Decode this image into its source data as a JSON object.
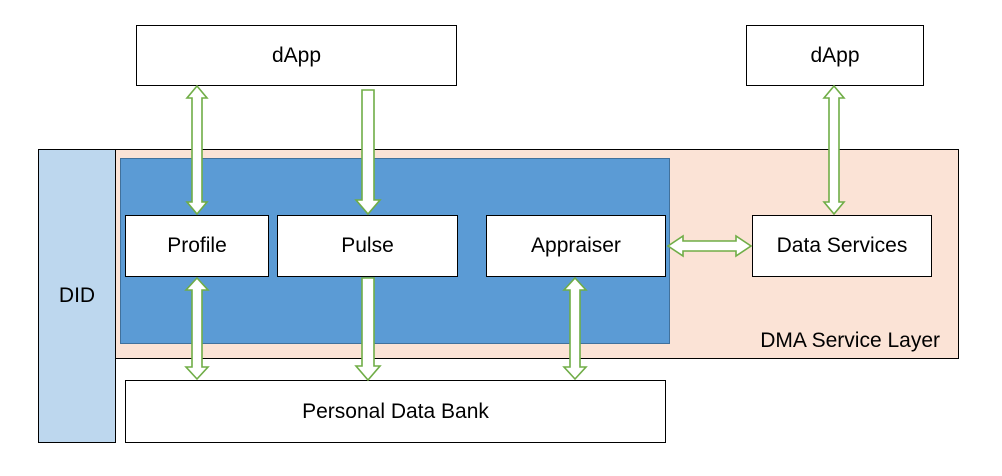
{
  "diagram": {
    "top_left_box": "dApp",
    "top_right_box": "dApp",
    "side_box": "DID",
    "layer_label": "DMA Service Layer",
    "modules": {
      "profile": "Profile",
      "pulse": "Pulse",
      "appraiser": "Appraiser",
      "data_services": "Data Services"
    },
    "bottom_box": "Personal Data Bank"
  },
  "colors": {
    "layer_fill": "#fbe3d6",
    "inner_panel_fill": "#5b9bd5",
    "did_fill": "#bdd7ee",
    "arrow_outline": "#70ad47"
  }
}
